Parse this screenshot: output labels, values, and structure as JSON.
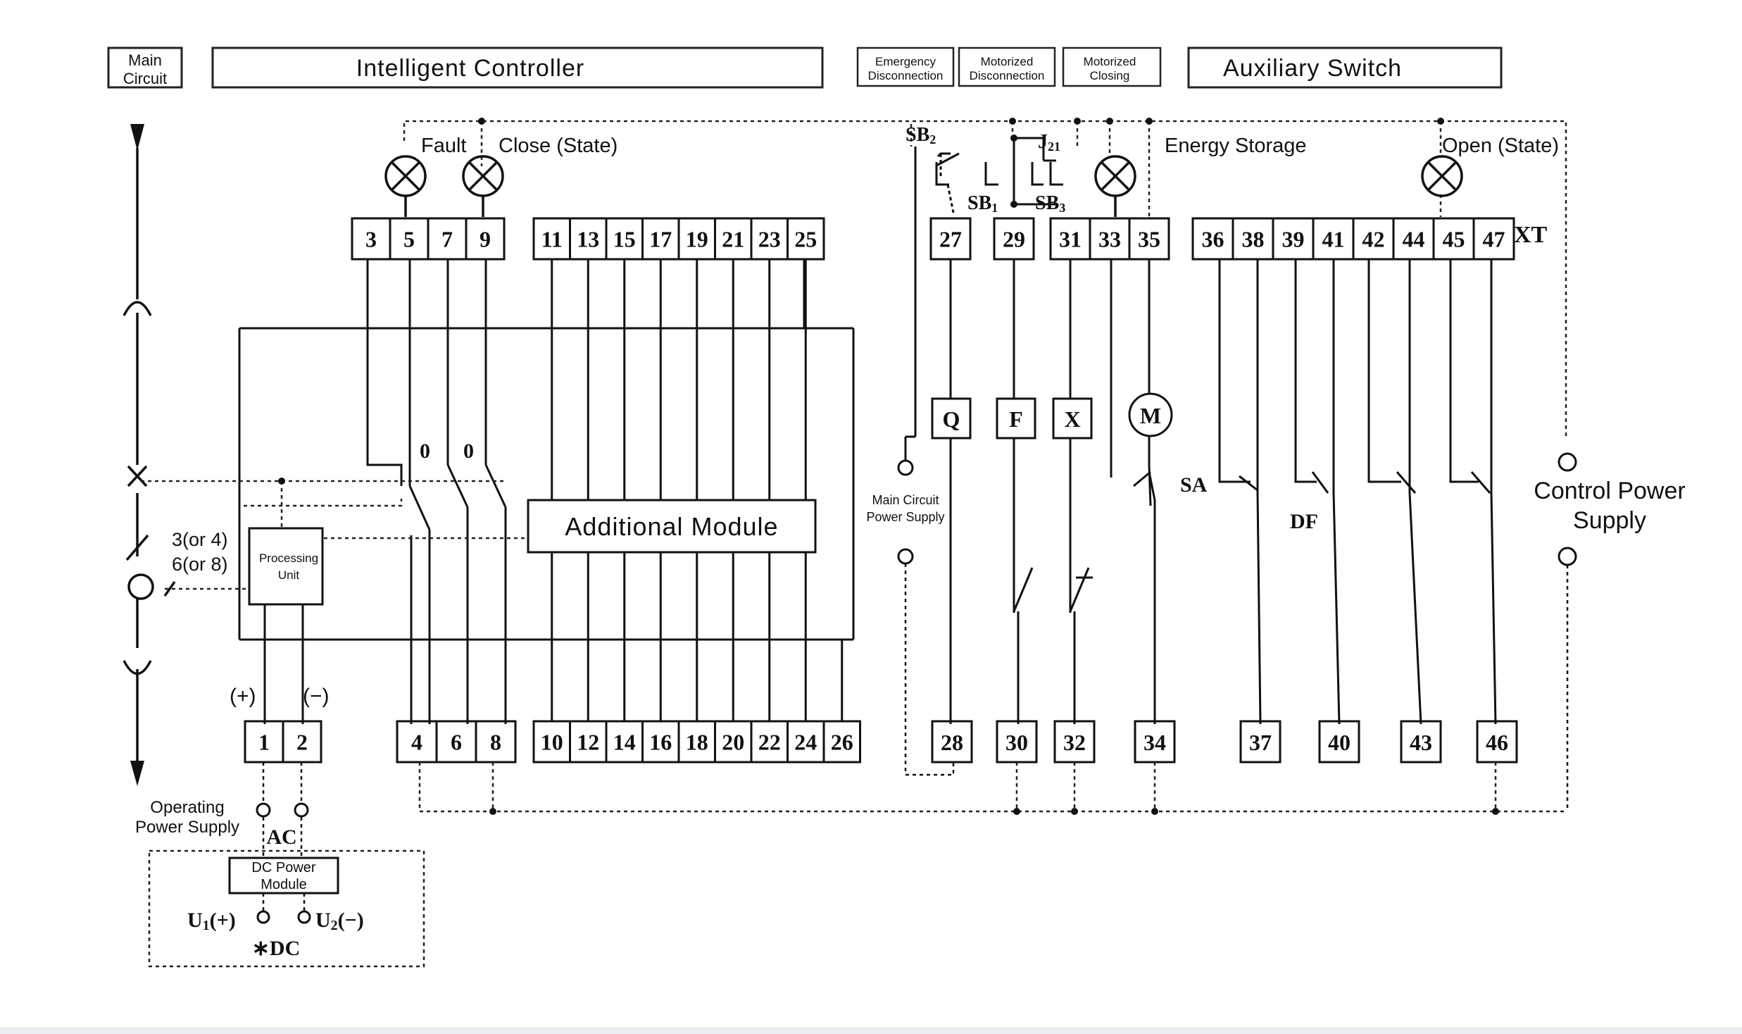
{
  "headers": {
    "main_circuit": [
      "Main",
      "Circuit"
    ],
    "intelligent_controller": "Intelligent Controller",
    "emergency_disconnection": [
      "Emergency",
      "Disconnection"
    ],
    "motorized_disconnection": [
      "Motorized",
      "Disconnection"
    ],
    "motorized_closing": [
      "Motorized",
      "Closing"
    ],
    "auxiliary_switch": "Auxiliary Switch"
  },
  "lamps": {
    "fault": "Fault",
    "close_state": "Close (State)",
    "energy_storage": "Energy Storage",
    "open_state": "Open (State)"
  },
  "terminals": {
    "top_group1": [
      "3",
      "5",
      "7",
      "9"
    ],
    "top_group2": [
      "11",
      "13",
      "15",
      "17",
      "19",
      "21",
      "23",
      "25"
    ],
    "top_group3": [
      "27"
    ],
    "top_group4": [
      "29"
    ],
    "top_group5": [
      "31",
      "33",
      "35"
    ],
    "top_group6": [
      "36",
      "38",
      "39",
      "41",
      "42",
      "44",
      "45",
      "47"
    ],
    "xt_label": "XT",
    "bottom_group1": [
      "1",
      "2"
    ],
    "bottom_group2": [
      "4",
      "6",
      "8"
    ],
    "bottom_group3": [
      "10",
      "12",
      "14",
      "16",
      "18",
      "20",
      "22",
      "24",
      "26"
    ],
    "bottom_singles": [
      "28",
      "30",
      "32",
      "34",
      "37",
      "40",
      "43",
      "46"
    ]
  },
  "labels": {
    "sb2": "SB",
    "sb2_sub": "2",
    "sb1": "SB",
    "sb1_sub": "1",
    "sb3": "SB",
    "sb3_sub": "3",
    "j21": "J",
    "j21_sub": "21",
    "zero_a": "0",
    "zero_b": "0",
    "additional_module": "Additional Module",
    "processing_unit": [
      "Processing",
      "Unit"
    ],
    "ct_label_1": "3(or 4)",
    "ct_label_2": "6(or 8)",
    "plus": "(+)",
    "minus": "(−)",
    "main_circuit_power_supply": [
      "Main Circuit",
      "Power Supply"
    ],
    "control_power_supply": [
      "Control Power",
      "Supply"
    ],
    "operating_power_supply": [
      "Operating",
      "Power Supply"
    ],
    "ac": "AC",
    "dc_power_module": [
      "DC Power",
      "Module"
    ],
    "u1": "U",
    "u1_sub": "1",
    "u1_suffix": "(+)",
    "u2": "U",
    "u2_sub": "2",
    "u2_suffix": "(−)",
    "dc": "∗DC",
    "sa": "SA",
    "df": "DF"
  },
  "coils": {
    "q": "Q",
    "f": "F",
    "x": "X",
    "m": "M"
  }
}
